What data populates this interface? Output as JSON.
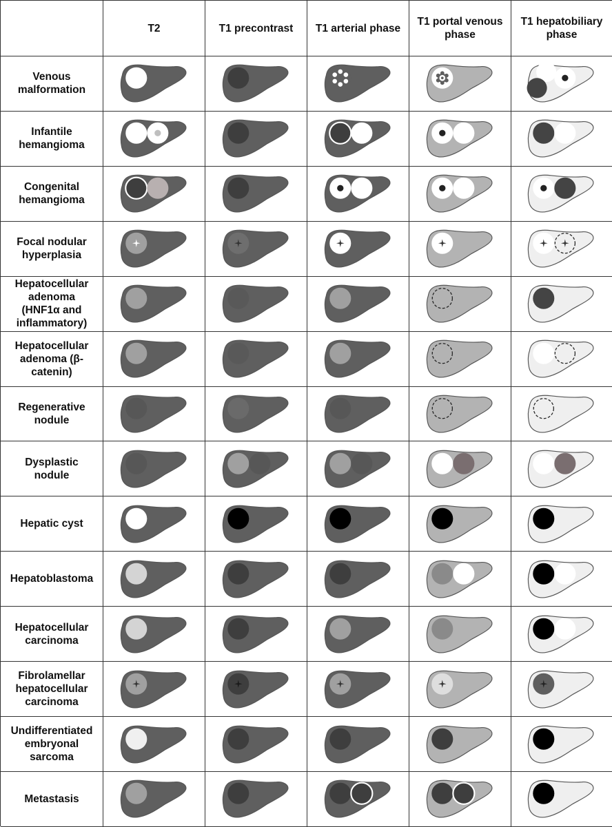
{
  "columns": [
    "",
    "T2",
    "T1 precontrast",
    "T1 arterial phase",
    "T1 portal venous phase",
    "T1 hepatobiliary phase"
  ],
  "rows": [
    {
      "label": "Venous\nmalformation",
      "cells": [
        {
          "bg": "#5f5f5f",
          "lesions": [
            {
              "kind": "circle",
              "fill": "#ffffff"
            }
          ]
        },
        {
          "bg": "#5f5f5f",
          "lesions": [
            {
              "kind": "circle",
              "fill": "#3e3e3e"
            }
          ]
        },
        {
          "bg": "#5f5f5f",
          "lesions": [
            {
              "kind": "nodular-periphery",
              "fill": "#5f5f5f"
            }
          ]
        },
        {
          "bg": "#b3b3b3",
          "lesions": [
            {
              "kind": "nodular-center",
              "fill": "#5f5f5f"
            }
          ]
        },
        {
          "bg": "#efefef",
          "lesions": [
            {
              "kind": "circle",
              "fill": "#ffffff",
              "slot": "upper"
            },
            {
              "kind": "target",
              "fill": "#ffffff",
              "slot": "right"
            },
            {
              "kind": "circle",
              "fill": "#444444",
              "slot": "lower"
            }
          ]
        }
      ]
    },
    {
      "label": "Infantile\nhemangioma",
      "cells": [
        {
          "bg": "#5f5f5f",
          "lesions": [
            {
              "kind": "circle",
              "fill": "#ffffff"
            },
            {
              "kind": "target",
              "fill": "#ffffff",
              "dot": "#bfbfbf",
              "slot": "right"
            }
          ]
        },
        {
          "bg": "#5f5f5f",
          "lesions": [
            {
              "kind": "circle",
              "fill": "#3e3e3e"
            }
          ]
        },
        {
          "bg": "#5f5f5f",
          "lesions": [
            {
              "kind": "ring",
              "fill": "#3e3e3e"
            },
            {
              "kind": "circle",
              "fill": "#ffffff",
              "slot": "right"
            }
          ]
        },
        {
          "bg": "#b3b3b3",
          "lesions": [
            {
              "kind": "target",
              "fill": "#ffffff"
            },
            {
              "kind": "circle",
              "fill": "#ffffff",
              "slot": "right"
            }
          ]
        },
        {
          "bg": "#efefef",
          "lesions": [
            {
              "kind": "circle",
              "fill": "#444444"
            },
            {
              "kind": "circle",
              "fill": "#ffffff",
              "slot": "right"
            }
          ]
        }
      ]
    },
    {
      "label": "Congenital\nhemangioma",
      "cells": [
        {
          "bg": "#5f5f5f",
          "lesions": [
            {
              "kind": "ring",
              "fill": "#3e3e3e"
            },
            {
              "kind": "circle",
              "fill": "#b8b0b0",
              "slot": "right"
            }
          ]
        },
        {
          "bg": "#5f5f5f",
          "lesions": [
            {
              "kind": "circle",
              "fill": "#3e3e3e"
            }
          ]
        },
        {
          "bg": "#5f5f5f",
          "lesions": [
            {
              "kind": "target",
              "fill": "#ffffff"
            },
            {
              "kind": "circle",
              "fill": "#ffffff",
              "slot": "right"
            }
          ]
        },
        {
          "bg": "#b3b3b3",
          "lesions": [
            {
              "kind": "target",
              "fill": "#ffffff"
            },
            {
              "kind": "circle",
              "fill": "#ffffff",
              "slot": "right"
            }
          ]
        },
        {
          "bg": "#efefef",
          "lesions": [
            {
              "kind": "target",
              "fill": "#ffffff"
            },
            {
              "kind": "circle",
              "fill": "#444444",
              "slot": "right"
            }
          ]
        }
      ]
    },
    {
      "label": "Focal nodular\nhyperplasia",
      "cells": [
        {
          "bg": "#5f5f5f",
          "lesions": [
            {
              "kind": "scar",
              "fill": "#a0a0a0",
              "star": "#ffffff"
            }
          ]
        },
        {
          "bg": "#5f5f5f",
          "lesions": [
            {
              "kind": "scar",
              "fill": "#6e6e6e",
              "star": "#333333"
            }
          ]
        },
        {
          "bg": "#5f5f5f",
          "lesions": [
            {
              "kind": "scar",
              "fill": "#ffffff",
              "star": "#333333"
            }
          ]
        },
        {
          "bg": "#b3b3b3",
          "lesions": [
            {
              "kind": "scar",
              "fill": "#ffffff",
              "star": "#333333"
            }
          ]
        },
        {
          "bg": "#efefef",
          "lesions": [
            {
              "kind": "scar",
              "fill": "#ffffff",
              "star": "#333333"
            },
            {
              "kind": "dashed-scar",
              "fill": "#efefef",
              "slot": "right"
            }
          ]
        }
      ]
    },
    {
      "label": "Hepatocellular\nadenoma\n(HNF1α and\ninflammatory)",
      "cells": [
        {
          "bg": "#5f5f5f",
          "lesions": [
            {
              "kind": "circle",
              "fill": "#a0a0a0"
            }
          ]
        },
        {
          "bg": "#5f5f5f",
          "lesions": [
            {
              "kind": "circle",
              "fill": "#595959"
            }
          ]
        },
        {
          "bg": "#5f5f5f",
          "lesions": [
            {
              "kind": "circle",
              "fill": "#a0a0a0"
            }
          ]
        },
        {
          "bg": "#b3b3b3",
          "lesions": [
            {
              "kind": "dashed",
              "fill": "#b3b3b3"
            }
          ]
        },
        {
          "bg": "#efefef",
          "lesions": [
            {
              "kind": "circle",
              "fill": "#444444"
            }
          ]
        }
      ]
    },
    {
      "label": "Hepatocellular\nadenoma (β-\ncatenin)",
      "cells": [
        {
          "bg": "#5f5f5f",
          "lesions": [
            {
              "kind": "circle",
              "fill": "#a0a0a0"
            }
          ]
        },
        {
          "bg": "#5f5f5f",
          "lesions": [
            {
              "kind": "circle",
              "fill": "#595959"
            }
          ]
        },
        {
          "bg": "#5f5f5f",
          "lesions": [
            {
              "kind": "circle",
              "fill": "#a0a0a0"
            }
          ]
        },
        {
          "bg": "#b3b3b3",
          "lesions": [
            {
              "kind": "dashed",
              "fill": "#b3b3b3"
            }
          ]
        },
        {
          "bg": "#efefef",
          "lesions": [
            {
              "kind": "circle",
              "fill": "#ffffff"
            },
            {
              "kind": "dashed",
              "fill": "#efefef",
              "slot": "right"
            }
          ]
        }
      ]
    },
    {
      "label": "Regenerative\nnodule",
      "cells": [
        {
          "bg": "#5f5f5f",
          "lesions": [
            {
              "kind": "circle",
              "fill": "#575757"
            }
          ]
        },
        {
          "bg": "#5f5f5f",
          "lesions": [
            {
              "kind": "circle",
              "fill": "#6a6a6a"
            }
          ]
        },
        {
          "bg": "#5f5f5f",
          "lesions": [
            {
              "kind": "circle",
              "fill": "#575757"
            }
          ]
        },
        {
          "bg": "#b3b3b3",
          "lesions": [
            {
              "kind": "dashed",
              "fill": "#b3b3b3"
            }
          ]
        },
        {
          "bg": "#efefef",
          "lesions": [
            {
              "kind": "dashed",
              "fill": "#efefef"
            }
          ]
        }
      ]
    },
    {
      "label": "Dysplastic\nnodule",
      "cells": [
        {
          "bg": "#5f5f5f",
          "lesions": [
            {
              "kind": "circle",
              "fill": "#575757"
            }
          ]
        },
        {
          "bg": "#5f5f5f",
          "lesions": [
            {
              "kind": "circle",
              "fill": "#a0a0a0"
            },
            {
              "kind": "circle",
              "fill": "#575757",
              "slot": "right"
            }
          ]
        },
        {
          "bg": "#5f5f5f",
          "lesions": [
            {
              "kind": "circle",
              "fill": "#a0a0a0"
            },
            {
              "kind": "circle",
              "fill": "#575757",
              "slot": "right"
            }
          ]
        },
        {
          "bg": "#b3b3b3",
          "lesions": [
            {
              "kind": "circle",
              "fill": "#ffffff"
            },
            {
              "kind": "circle",
              "fill": "#7a6e70",
              "slot": "right"
            }
          ]
        },
        {
          "bg": "#efefef",
          "lesions": [
            {
              "kind": "circle",
              "fill": "#ffffff"
            },
            {
              "kind": "circle",
              "fill": "#7a6e70",
              "slot": "right"
            }
          ]
        }
      ]
    },
    {
      "label": "Hepatic cyst",
      "cells": [
        {
          "bg": "#5f5f5f",
          "lesions": [
            {
              "kind": "circle",
              "fill": "#ffffff"
            }
          ]
        },
        {
          "bg": "#5f5f5f",
          "lesions": [
            {
              "kind": "circle",
              "fill": "#000000"
            }
          ]
        },
        {
          "bg": "#5f5f5f",
          "lesions": [
            {
              "kind": "circle",
              "fill": "#000000"
            }
          ]
        },
        {
          "bg": "#b3b3b3",
          "lesions": [
            {
              "kind": "circle",
              "fill": "#000000"
            }
          ]
        },
        {
          "bg": "#efefef",
          "lesions": [
            {
              "kind": "circle",
              "fill": "#000000"
            }
          ]
        }
      ]
    },
    {
      "label": "Hepatoblastoma",
      "cells": [
        {
          "bg": "#5f5f5f",
          "lesions": [
            {
              "kind": "circle",
              "fill": "#d4d4d4"
            }
          ]
        },
        {
          "bg": "#5f5f5f",
          "lesions": [
            {
              "kind": "circle",
              "fill": "#3e3e3e"
            }
          ]
        },
        {
          "bg": "#5f5f5f",
          "lesions": [
            {
              "kind": "circle",
              "fill": "#3e3e3e"
            }
          ]
        },
        {
          "bg": "#b3b3b3",
          "lesions": [
            {
              "kind": "circle",
              "fill": "#8a8a8a"
            },
            {
              "kind": "circle",
              "fill": "#ffffff",
              "slot": "right"
            }
          ]
        },
        {
          "bg": "#efefef",
          "lesions": [
            {
              "kind": "circle",
              "fill": "#000000"
            },
            {
              "kind": "circle",
              "fill": "#ffffff",
              "slot": "right"
            }
          ]
        }
      ]
    },
    {
      "label": "Hepatocellular\ncarcinoma",
      "cells": [
        {
          "bg": "#5f5f5f",
          "lesions": [
            {
              "kind": "circle",
              "fill": "#d4d4d4"
            }
          ]
        },
        {
          "bg": "#5f5f5f",
          "lesions": [
            {
              "kind": "circle",
              "fill": "#3e3e3e"
            }
          ]
        },
        {
          "bg": "#5f5f5f",
          "lesions": [
            {
              "kind": "circle",
              "fill": "#a0a0a0"
            }
          ]
        },
        {
          "bg": "#b3b3b3",
          "lesions": [
            {
              "kind": "circle",
              "fill": "#8a8a8a"
            }
          ]
        },
        {
          "bg": "#efefef",
          "lesions": [
            {
              "kind": "circle",
              "fill": "#000000"
            },
            {
              "kind": "circle",
              "fill": "#ffffff",
              "slot": "right"
            }
          ]
        }
      ]
    },
    {
      "label": "Fibrolamellar\nhepatocellular\ncarcinoma",
      "cells": [
        {
          "bg": "#5f5f5f",
          "lesions": [
            {
              "kind": "scar",
              "fill": "#a0a0a0",
              "star": "#333333"
            }
          ]
        },
        {
          "bg": "#5f5f5f",
          "lesions": [
            {
              "kind": "scar",
              "fill": "#3e3e3e",
              "star": "#1a1a1a"
            }
          ]
        },
        {
          "bg": "#5f5f5f",
          "lesions": [
            {
              "kind": "scar",
              "fill": "#a0a0a0",
              "star": "#333333"
            }
          ]
        },
        {
          "bg": "#b3b3b3",
          "lesions": [
            {
              "kind": "scar",
              "fill": "#dedede",
              "star": "#333333"
            }
          ]
        },
        {
          "bg": "#efefef",
          "lesions": [
            {
              "kind": "scar",
              "fill": "#5f5f5f",
              "star": "#222222"
            }
          ]
        }
      ]
    },
    {
      "label": "Undifferentiated\nembryonal\nsarcoma",
      "cells": [
        {
          "bg": "#5f5f5f",
          "lesions": [
            {
              "kind": "circle",
              "fill": "#f0f0f0"
            }
          ]
        },
        {
          "bg": "#5f5f5f",
          "lesions": [
            {
              "kind": "circle",
              "fill": "#3e3e3e"
            }
          ]
        },
        {
          "bg": "#5f5f5f",
          "lesions": [
            {
              "kind": "circle",
              "fill": "#3e3e3e"
            }
          ]
        },
        {
          "bg": "#b3b3b3",
          "lesions": [
            {
              "kind": "circle",
              "fill": "#3e3e3e"
            }
          ]
        },
        {
          "bg": "#efefef",
          "lesions": [
            {
              "kind": "circle",
              "fill": "#000000"
            }
          ]
        }
      ]
    },
    {
      "label": "Metastasis",
      "cells": [
        {
          "bg": "#5f5f5f",
          "lesions": [
            {
              "kind": "circle",
              "fill": "#a0a0a0"
            }
          ]
        },
        {
          "bg": "#5f5f5f",
          "lesions": [
            {
              "kind": "circle",
              "fill": "#3e3e3e"
            }
          ]
        },
        {
          "bg": "#5f5f5f",
          "lesions": [
            {
              "kind": "circle",
              "fill": "#3e3e3e"
            },
            {
              "kind": "ring",
              "fill": "#3e3e3e",
              "slot": "right"
            }
          ]
        },
        {
          "bg": "#b3b3b3",
          "lesions": [
            {
              "kind": "circle",
              "fill": "#3e3e3e"
            },
            {
              "kind": "ring",
              "fill": "#3e3e3e",
              "slot": "right"
            }
          ]
        },
        {
          "bg": "#efefef",
          "lesions": [
            {
              "kind": "circle",
              "fill": "#000000"
            }
          ]
        }
      ]
    }
  ]
}
